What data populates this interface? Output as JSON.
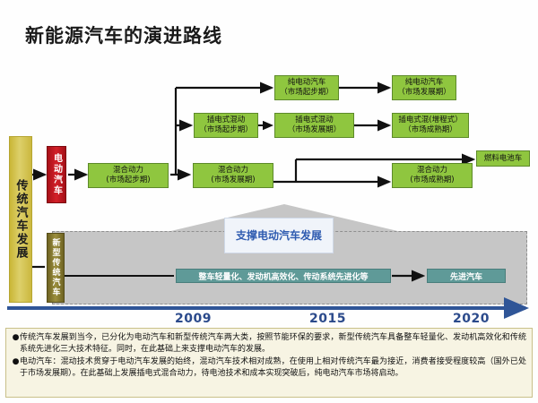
{
  "title": "新能源汽车的演进路线",
  "left_rails": {
    "traditional": "传统汽车发展",
    "electric": "电动汽车",
    "new_traditional": "新型传统汽车"
  },
  "flow_boxes": [
    {
      "id": "bev-start",
      "line1": "纯电动汽车",
      "line2": "（市场起步期）"
    },
    {
      "id": "bev-grow",
      "line1": "纯电动汽车",
      "line2": "（市场发展期）"
    },
    {
      "id": "phev-start",
      "line1": "插电式混动",
      "line2": "（市场起步期）"
    },
    {
      "id": "phev-grow",
      "line1": "插电式混动",
      "line2": "（市场发展期）"
    },
    {
      "id": "phev-mature",
      "line1": "插电式混(增程式）",
      "line2": "（市场成熟期）"
    },
    {
      "id": "hev-start",
      "line1": "混合动力",
      "line2": "(市场起步期)"
    },
    {
      "id": "hev-grow",
      "line1": "混合动力",
      "line2": "(市场发展期)"
    },
    {
      "id": "hev-mature",
      "line1": "混合动力",
      "line2": "(市场成熟期)"
    },
    {
      "id": "fuelcell",
      "line1": "燃料电池车",
      "line2": ""
    }
  ],
  "support": {
    "label_line1": "支撑电动汽车",
    "label_line2": "发展",
    "tech_box": "整车轻量化、发动机高效化、传动系统先进化等",
    "advanced_box": "先进汽车"
  },
  "timeline": {
    "years": [
      "2009",
      "2015",
      "2020"
    ]
  },
  "notes": [
    "传统汽车发展到当今，已分化为电动汽车和新型传统汽车两大类，按照节能环保的要求，新型传统汽车具备整车轻量化、发动机高效化和传统系统先进化三大技术特征。同时，在此基础上来支撑电动汽车的发展。",
    "电动汽车：混动技术贯穿于电动汽车发展的始终，混动汽车技术相对成熟，在使用上相对传统汽车最为接近，消费者接受程度较高（国外已处于市场发展期）。在此基础上发展插电式混合动力，待电池技术和成本实现突破后，纯电动汽车市场将启动。"
  ],
  "colors": {
    "green_box": "#8fc63f",
    "green_border": "#5d8a2a",
    "red_rail": "#c0171f",
    "yellow_rail": "#cbb83f",
    "olive_rail": "#8a7d35",
    "teal_box": "#5f9a98",
    "grey_zone": "#c6c6c6",
    "timeline_blue": "#2f5597",
    "note_bg": "#f7f4e3",
    "support_text": "#2e5bb0"
  }
}
